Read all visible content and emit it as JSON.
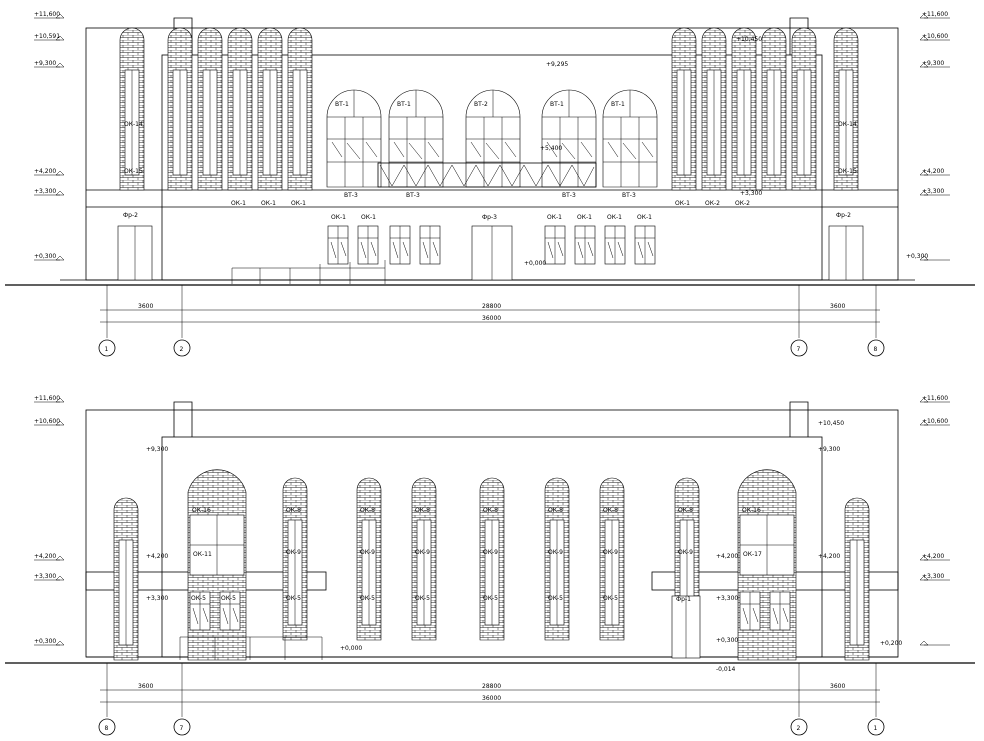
{
  "elevation_top": {
    "levels_left": [
      "+11,600",
      "+10,591",
      "+9,300",
      "+4,200",
      "+3,300",
      "+0,300"
    ],
    "levels_right": [
      "+11,600",
      "+10,600",
      "+9,300",
      "+4,200",
      "+3,300",
      "+0,300"
    ],
    "level_inner_left": "+10,450",
    "level_inner_center": "+9,295",
    "level_inner_sign": "+5,400",
    "level_inner_right": "+3,300",
    "level_ground_center": "+0,000",
    "window_tags": {
      "ok14": "ОК-14",
      "ok15": "ОК-15",
      "fr2": "Фр-2",
      "fr3": "Фр-3",
      "ok1": "ОК-1",
      "ok2": "ОК-2",
      "vt1": "ВТ-1",
      "vt2": "ВТ-2",
      "vt3": "ВТ-3"
    },
    "dims": {
      "left": "3600",
      "center": "28800",
      "right": "3600",
      "total": "36000"
    },
    "axes": [
      "1",
      "2",
      "7",
      "8"
    ]
  },
  "elevation_bottom": {
    "levels_left": [
      "+11,600",
      "+10,600",
      "+4,200",
      "+3,300",
      "+0,300"
    ],
    "levels_right": [
      "+11,600",
      "+10,600",
      "+4,200",
      "+3,300",
      "+0,200"
    ],
    "level_inner_left_top": "+9,300",
    "level_inner_left_mid": "+4,200",
    "level_inner_left_low": "+3,300",
    "level_inner_right_top": "+10,450",
    "level_inner_right_9": "+9,300",
    "level_inner_right_42": "+4,200",
    "level_inner_right_33": "+3,300",
    "level_inner_right_03": "+0,300",
    "level_inner_right_neg": "-0,014",
    "level_ground_center": "+0,000",
    "level_inner_right_42b": "+4,200",
    "window_tags": {
      "ok8": "ОК-8",
      "ok9": "ОК-9",
      "ok5": "ОК-5",
      "ok16": "ОК-16",
      "ok11": "ОК-11",
      "ok17": "ОК-17",
      "fr1": "Фр-1"
    },
    "dims": {
      "left": "3600",
      "center": "28800",
      "right": "3600",
      "total": "36000"
    },
    "axes": [
      "8",
      "7",
      "2",
      "1"
    ]
  }
}
